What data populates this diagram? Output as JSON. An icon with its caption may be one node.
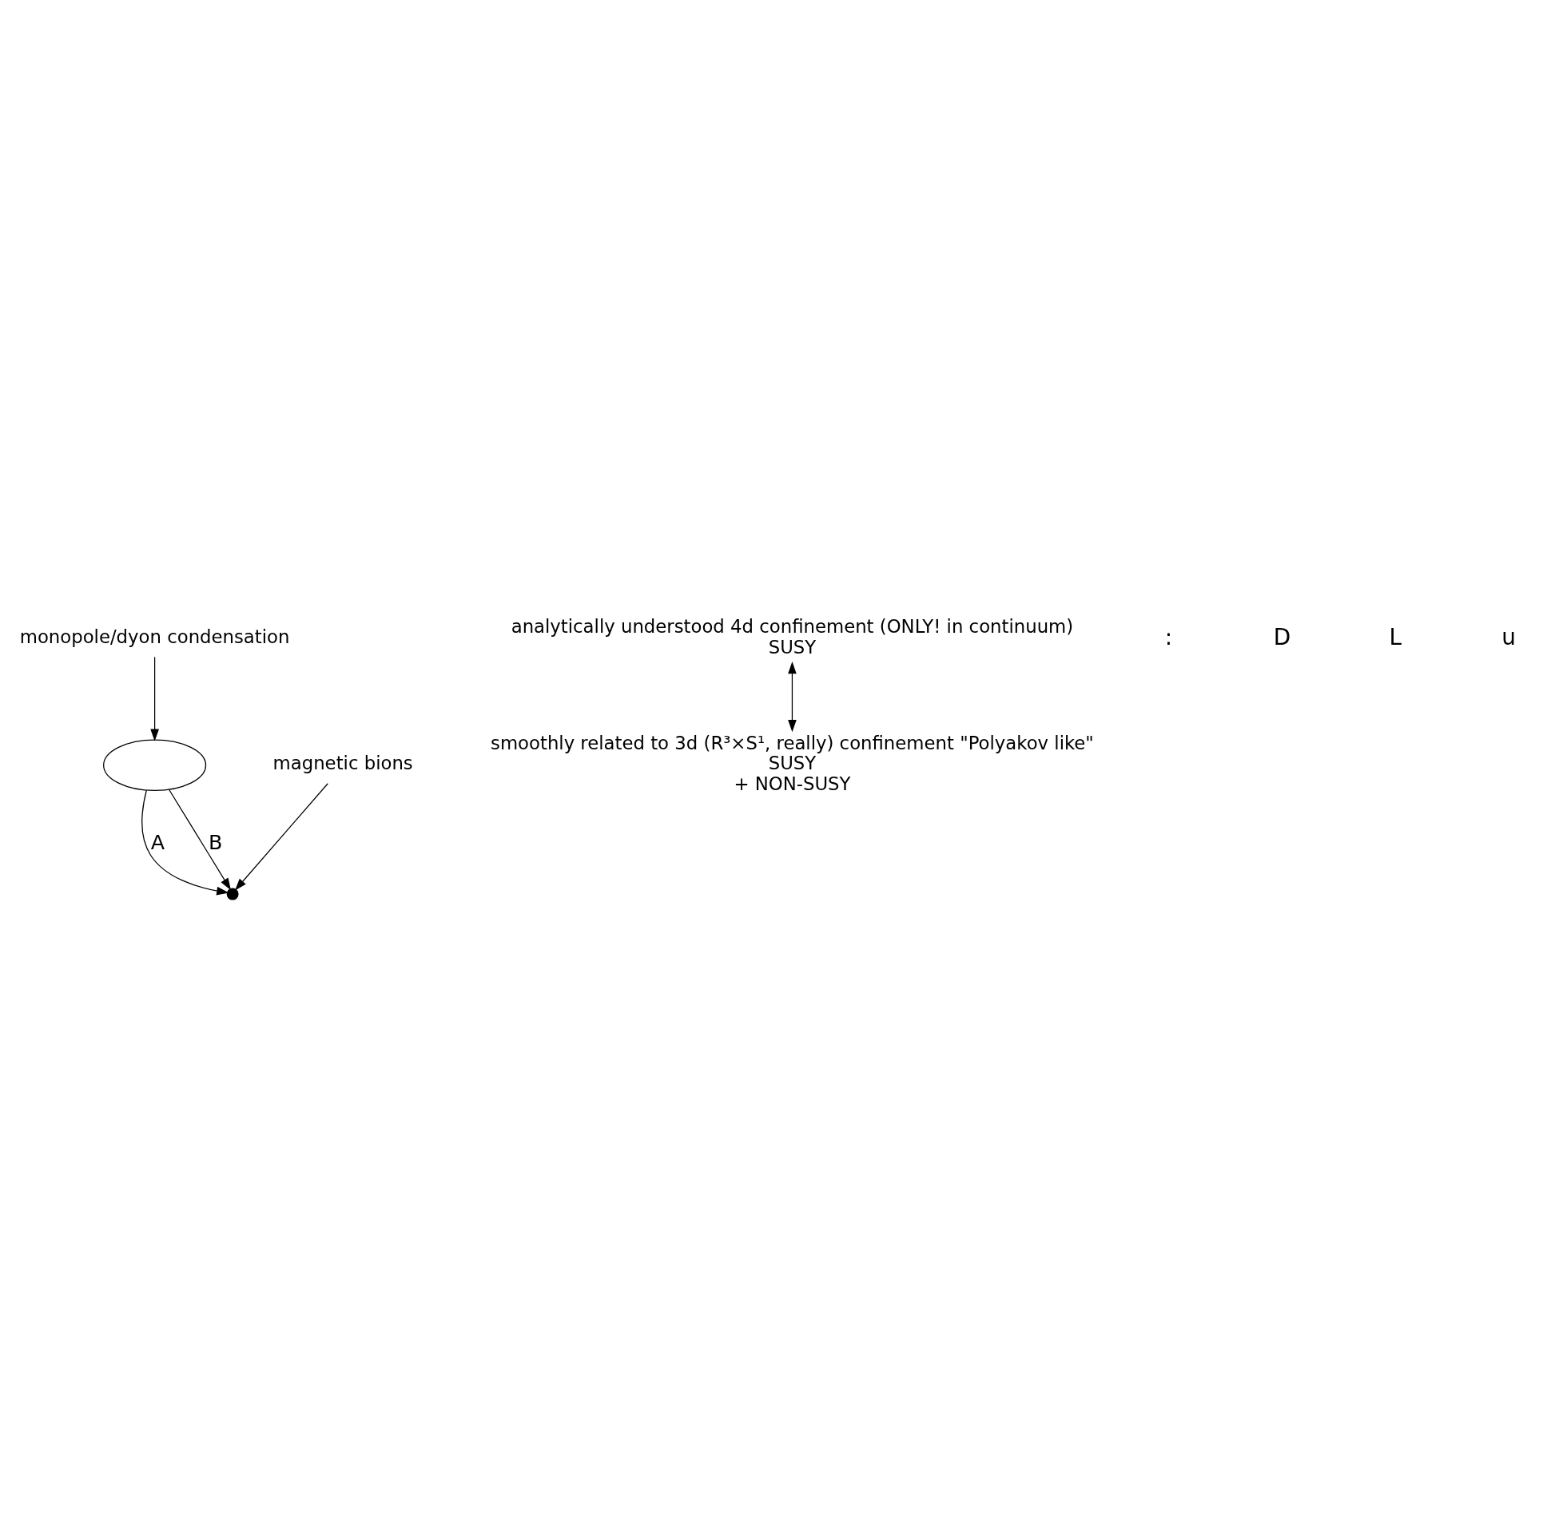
{
  "diagram": {
    "nodes": [
      {
        "text": [
          "monopole/dyon condensation"
        ]
      },
      {
        "text": [],
        "shape": "ellipse"
      },
      {
        "text": [
          "analytically understood 4d confinement (ONLY! in continuum)",
          "SUSY"
        ]
      },
      {
        "text": [],
        "shape": "point"
      },
      {
        "text": [
          "magnetic bions"
        ]
      },
      {
        "text": [
          "smoothly related to 3d (R³×S¹, really) confinement \"Polyakov like\"",
          "SUSY",
          "+ NON-SUSY"
        ]
      }
    ],
    "edges": [
      {
        "from": 0,
        "to": 1,
        "arrow": "to"
      },
      {
        "from": 1,
        "to": 3,
        "label": "A",
        "arrow": "to"
      },
      {
        "from": 1,
        "to": 3,
        "label": "B",
        "arrow": "to"
      },
      {
        "from": 4,
        "to": 3,
        "arrow": "to"
      },
      {
        "from": 2,
        "to": 5,
        "arrow": "both"
      }
    ],
    "labels": [
      ":",
      "D",
      "L",
      "u"
    ]
  }
}
